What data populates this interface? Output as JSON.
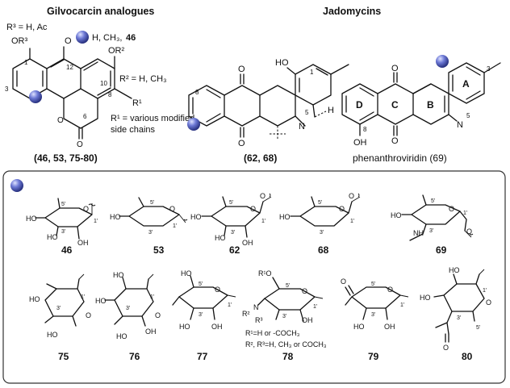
{
  "headings": {
    "gilvocarcin": "Gilvocarcin analogues",
    "jadomycins": "Jadomycins"
  },
  "gilvocarcin": {
    "r3_def": "R³ = H, Ac",
    "or3": "OR³",
    "o": "O",
    "sub_46": "H, CH₃,",
    "sub_46_num": "46",
    "or2": "OR²",
    "r2_def": "R² = H, CH₃",
    "r1": "R¹",
    "r1_def_1": "R¹ = various modified",
    "r1_def_2": "side chains",
    "ring_o": "O",
    "carbonyl_o": "O",
    "pos_1": "1",
    "pos_3": "3",
    "pos_6": "6",
    "pos_8": "8",
    "pos_10": "10",
    "pos_12": "12",
    "compounds": "(46, 53, 75-80)"
  },
  "jadomycin": {
    "ho": "HO",
    "o_top": "O",
    "o_bottom": "O",
    "n": "N",
    "h": "H",
    "pos_1": "1",
    "pos_5": "5",
    "pos_8": "8",
    "compounds": "(62, 68)"
  },
  "phenanthroviridin": {
    "ring_a": "A",
    "ring_b": "B",
    "ring_c": "C",
    "ring_d": "D",
    "o_top": "O",
    "o_bottom": "O",
    "n": "N",
    "oh": "OH",
    "pos_3": "3",
    "pos_5": "5",
    "pos_8": "8",
    "label": "phenanthroviridin (69)"
  },
  "sugars": [
    {
      "id": "46",
      "labels": [
        "HO",
        "HO",
        "OH",
        "O",
        "5'",
        "3'",
        "1'"
      ]
    },
    {
      "id": "53",
      "labels": [
        "HO",
        "O",
        "5'",
        "3'",
        "1'"
      ]
    },
    {
      "id": "62",
      "labels": [
        "HO",
        "HO",
        "OH",
        "O",
        "O",
        "5'",
        "3'",
        "1'"
      ]
    },
    {
      "id": "68",
      "labels": [
        "HO",
        "O",
        "O",
        "5'",
        "3'",
        "1'"
      ]
    },
    {
      "id": "69",
      "labels": [
        "HO",
        "NH",
        "O",
        "O",
        "5'",
        "3'",
        "1'"
      ]
    },
    {
      "id": "75",
      "labels": [
        "HO",
        "HO",
        "O",
        "3'",
        "1'"
      ]
    },
    {
      "id": "76",
      "labels": [
        "HO",
        "HO",
        "HO",
        "OH",
        "O",
        "3'",
        "1'"
      ]
    },
    {
      "id": "77",
      "labels": [
        "HO",
        "HO",
        "OH",
        "O",
        "5'",
        "3'",
        "1'"
      ]
    },
    {
      "id": "78",
      "labels": [
        "R¹O",
        "N",
        "R²",
        "R³",
        "OH",
        "O",
        "5'",
        "3'",
        "1'"
      ]
    },
    {
      "id": "79",
      "labels": [
        "O",
        "HO",
        "OH",
        "O",
        "5'",
        "3'",
        "1'"
      ]
    },
    {
      "id": "80",
      "labels": [
        "HO",
        "HO",
        "O",
        "O",
        "3'",
        "1'",
        "5'"
      ]
    }
  ],
  "r78_notes": [
    "R¹=H or -COCH₃",
    "R², R³=H, CH₃ or COCH₃"
  ],
  "colors": {
    "marker": "#4a56b8",
    "line": "#111111",
    "box": "#333333"
  }
}
